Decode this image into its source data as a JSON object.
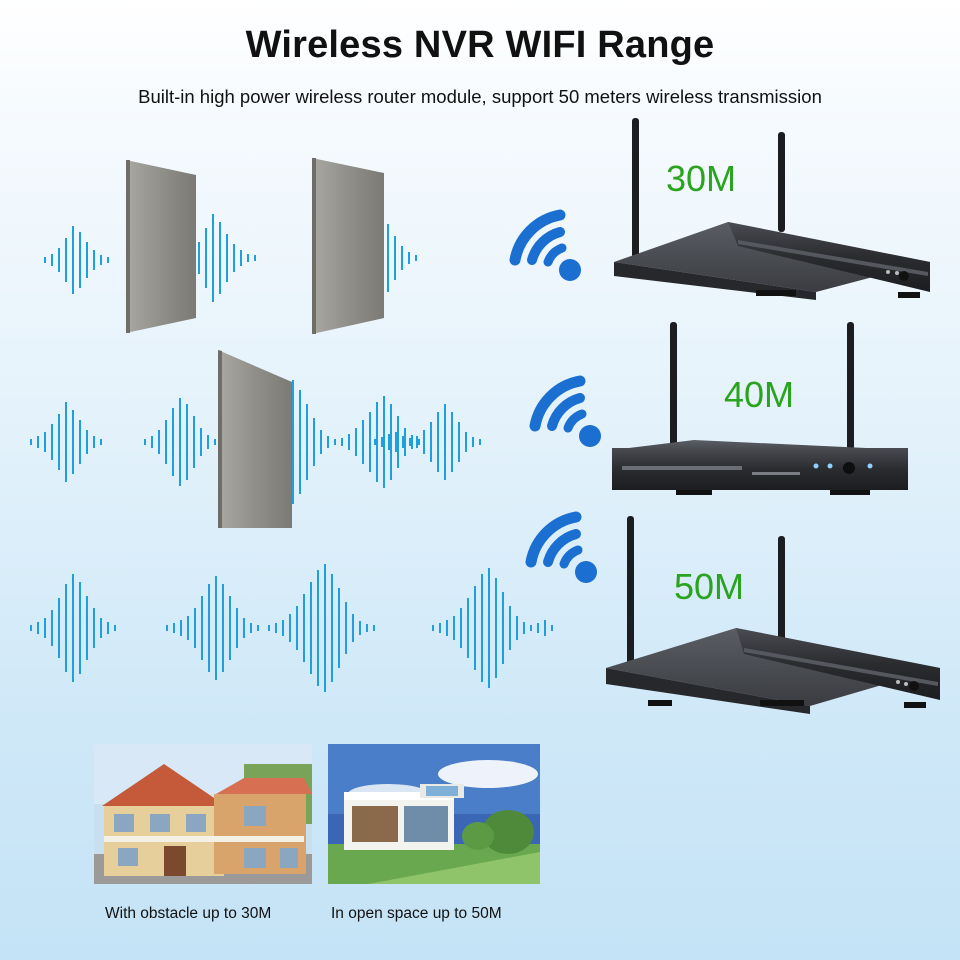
{
  "title": "Wireless NVR WIFI Range",
  "subtitle": "Built-in high power wireless router module, support 50 meters wireless transmission",
  "ranges": [
    {
      "label": "30M"
    },
    {
      "label": "40M"
    },
    {
      "label": "50M"
    }
  ],
  "captions": {
    "obstacle": "With obstacle up to 30M",
    "open_space": "In open space up to 50M"
  },
  "colors": {
    "wave": "#1fa0dc",
    "wifi": "#1a6fd1",
    "range_text": "#2aa31f",
    "wall": "#8d8c86",
    "nvr_body": "#2f3136"
  },
  "icons": [
    "wifi-icon",
    "obstacle-wall",
    "nvr-device",
    "sound-wave"
  ]
}
